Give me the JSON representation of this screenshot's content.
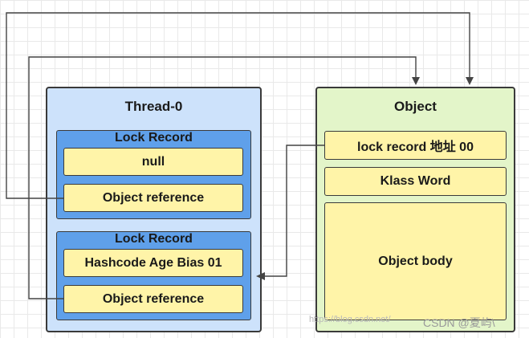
{
  "thread": {
    "title": "Thread-0",
    "records": [
      {
        "title": "Lock Record",
        "fields": [
          "null",
          "Object reference"
        ]
      },
      {
        "title": "Lock Record",
        "fields": [
          "Hashcode Age Bias 01",
          "Object reference"
        ]
      }
    ]
  },
  "object": {
    "title": "Object",
    "fields": [
      "lock record 地址 00",
      "Klass Word",
      "Object body"
    ]
  },
  "watermark": "https://blog.csdn.net/",
  "credit": "CSDN @夏屿\\"
}
